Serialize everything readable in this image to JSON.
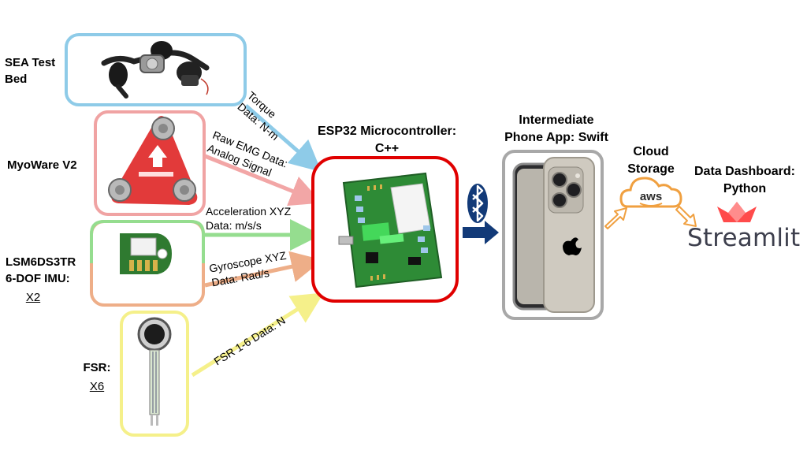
{
  "inputs": {
    "sea": {
      "label_lines": [
        "SEA Test",
        "Bed"
      ],
      "color": "#8ecbe8"
    },
    "myoware": {
      "label": "MyoWare V2",
      "color": "#f0a3a3"
    },
    "imu": {
      "label_lines": [
        "LSM6DS3TR",
        "6-DOF IMU:"
      ],
      "count": "X2",
      "color_top": "#95dd8f",
      "color_bottom": "#eeae88"
    },
    "fsr": {
      "label": "FSR:",
      "count": "X6",
      "color": "#f5f08a"
    }
  },
  "streams": {
    "torque": {
      "lines": [
        "Torque",
        "Data: N-m"
      ],
      "color": "#8ecbe8"
    },
    "emg": {
      "lines": [
        "Raw EMG Data:",
        "Analog Signal"
      ],
      "color": "#f2a6a6"
    },
    "accel": {
      "lines": [
        "Acceleration XYZ",
        "Data: m/s/s"
      ],
      "color": "#95dd8f"
    },
    "gyro": {
      "lines": [
        "Gyroscope XYZ",
        "Data: Rad/s"
      ],
      "color": "#eeae88"
    },
    "fsr": {
      "label": "FSR 1-6 Data: N",
      "color": "#f5f08a"
    }
  },
  "mcu": {
    "title_lines": [
      "ESP32 Microcontroller:",
      "C++"
    ],
    "border_color": "#e00000"
  },
  "phone": {
    "title_lines": [
      "Intermediate",
      "Phone App: Swift"
    ],
    "border_color": "#a8a8a8"
  },
  "cloud": {
    "title_lines": [
      "Cloud",
      "Storage"
    ],
    "icon_text": "aws",
    "color": "#f0a040"
  },
  "dashboard": {
    "title_lines": [
      "Data Dashboard:",
      "Python"
    ],
    "logo_text": "Streamlit",
    "logo_color": "#ff4b4b"
  },
  "bluetooth": {
    "color": "#123a78"
  }
}
